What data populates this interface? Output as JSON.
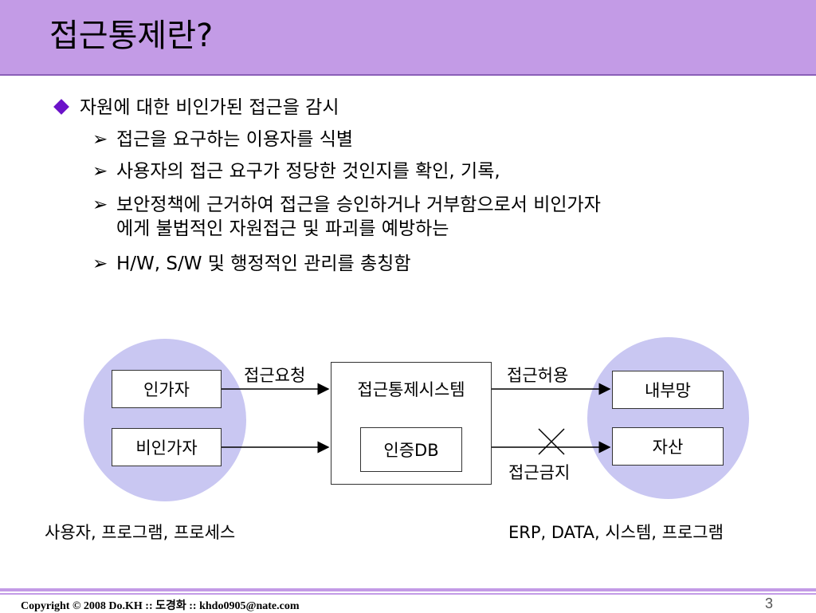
{
  "slide": {
    "title": "접근통제란?",
    "page_number": "3"
  },
  "bullets": {
    "main": "자원에 대한 비인가된 접근을 감시",
    "sub": [
      {
        "line1": "접근을 요구하는 이용자를 식별",
        "line2": ""
      },
      {
        "line1": "사용자의 접근 요구가 정당한 것인지를 확인, 기록,",
        "line2": ""
      },
      {
        "line1": "보안정책에 근거하여 접근을 승인하거나 거부함으로서 비인가자",
        "line2": "에게 불법적인 자원접근 및 파괴를 예방하는"
      },
      {
        "line1": "H/W, S/W 및 행정적인 관리를 총칭함",
        "line2": ""
      }
    ]
  },
  "diagram": {
    "left_box_top": "인가자",
    "left_box_bottom": "비인가자",
    "center_box": "접근통제시스템",
    "center_inner_box": "인증DB",
    "right_box_top": "내부망",
    "right_box_bottom": "자산",
    "label_request": "접근요청",
    "label_allow": "접근허용",
    "label_deny": "접근금지",
    "left_caption": "사용자, 프로그램, 프로세스",
    "right_caption": "ERP, DATA, 시스템, 프로그램",
    "circle_color": "#c9c7f2",
    "accent_color": "#c39be6"
  },
  "footer": {
    "copyright": "Copyright © 2008 Do.KH :: 도경화 :: khdo0905@nate.com"
  }
}
